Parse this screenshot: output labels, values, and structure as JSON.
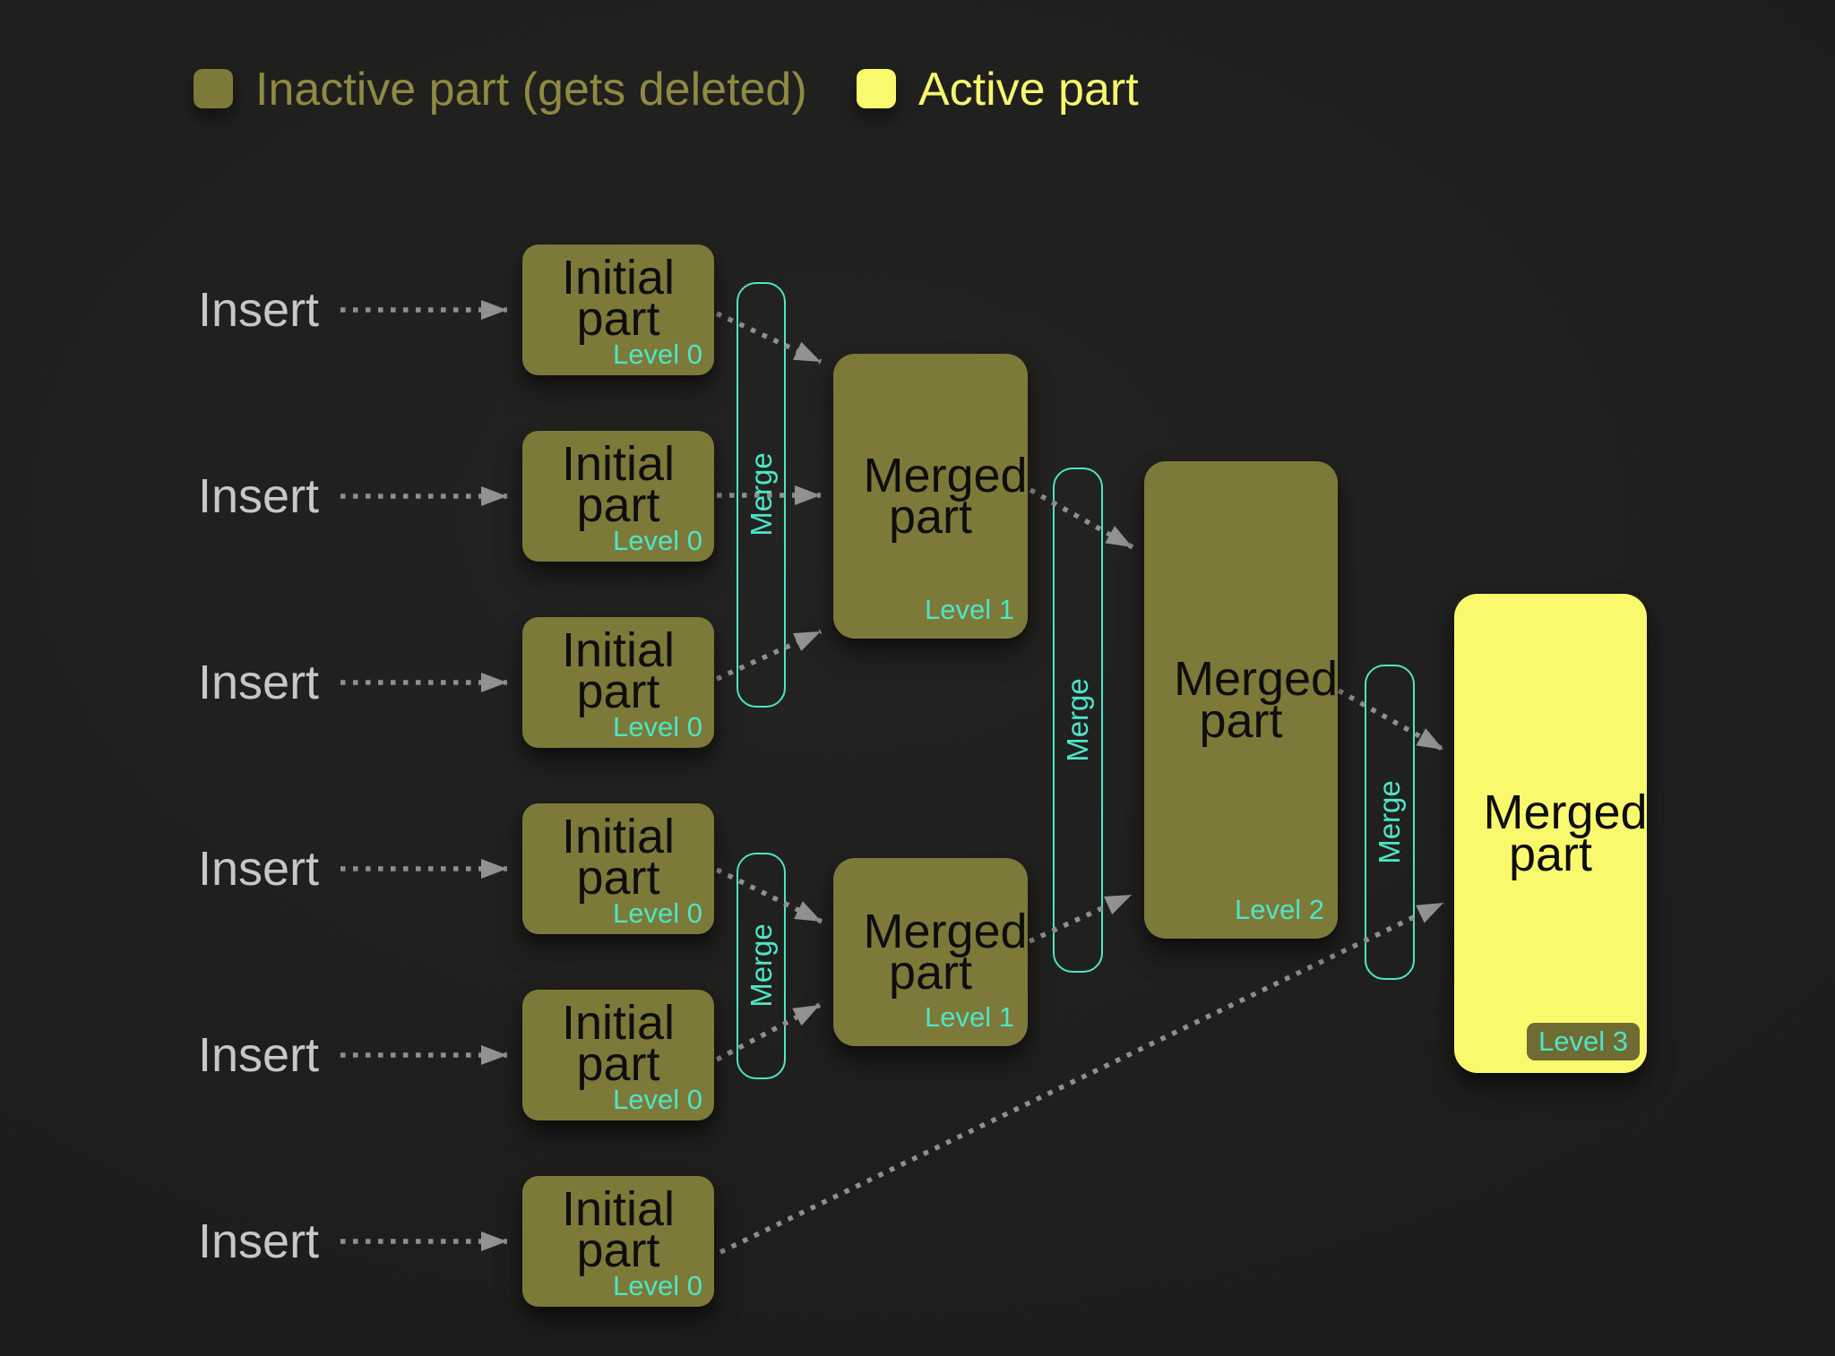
{
  "legend": {
    "inactive": {
      "label": "Inactive part (gets deleted)",
      "swatch_color": "#7d7939"
    },
    "active": {
      "label": "Active part",
      "swatch_color": "#f9f96e"
    }
  },
  "colors": {
    "background": "#1d1d1c",
    "inactive_fill": "#7d7939",
    "active_fill": "#f9f96e",
    "teal_accent": "#4ee5c6",
    "insert_text": "#c7c7c7",
    "legend_inactive_text": "#8e8a42",
    "legend_active_text": "#f7f76d",
    "arrow_gray": "#8f8f8f",
    "box_title_text": "#0e0e0e",
    "level3_badge_bg": "#6e6b33"
  },
  "inserts": [
    {
      "label": "Insert"
    },
    {
      "label": "Insert"
    },
    {
      "label": "Insert"
    },
    {
      "label": "Insert"
    },
    {
      "label": "Insert"
    },
    {
      "label": "Insert"
    }
  ],
  "initial_parts": [
    {
      "title": "Initial part",
      "level": "Level 0"
    },
    {
      "title": "Initial part",
      "level": "Level 0"
    },
    {
      "title": "Initial part",
      "level": "Level 0"
    },
    {
      "title": "Initial part",
      "level": "Level 0"
    },
    {
      "title": "Initial part",
      "level": "Level 0"
    },
    {
      "title": "Initial part",
      "level": "Level 0"
    }
  ],
  "merge_pills": [
    {
      "label": "Merge"
    },
    {
      "label": "Merge"
    },
    {
      "label": "Merge"
    },
    {
      "label": "Merge"
    }
  ],
  "merged_parts": [
    {
      "title": "Merged part",
      "level": "Level 1",
      "state": "inactive"
    },
    {
      "title": "Merged part",
      "level": "Level 1",
      "state": "inactive"
    },
    {
      "title": "Merged part",
      "level": "Level 2",
      "state": "inactive"
    },
    {
      "title": "Merged part",
      "level": "Level 3",
      "state": "active"
    }
  ]
}
